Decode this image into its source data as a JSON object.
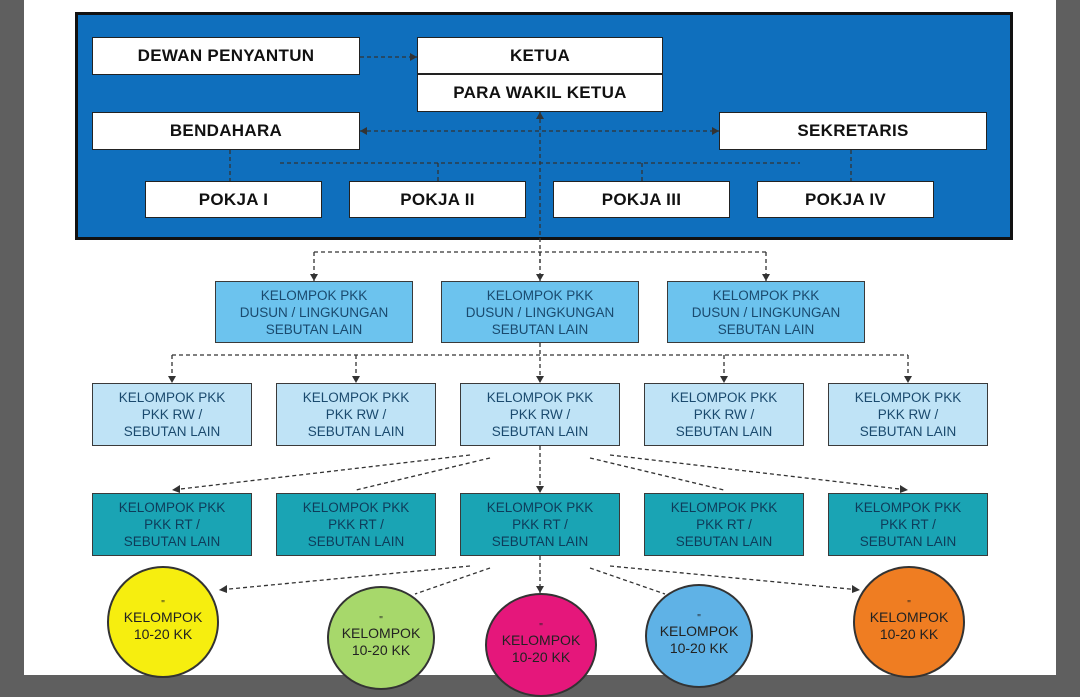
{
  "top": {
    "dewan": "DEWAN PENYANTUN",
    "ketua": "KETUA",
    "wakil": "PARA WAKIL KETUA",
    "bendahara": "BENDAHARA",
    "sekretaris": "SEKRETARIS",
    "pokja": [
      "POKJA I",
      "POKJA II",
      "POKJA III",
      "POKJA IV"
    ]
  },
  "dusun": [
    "KELOMPOK PKK\nDUSUN / LINGKUNGAN\nSEBUTAN LAIN",
    "KELOMPOK PKK\nDUSUN / LINGKUNGAN\nSEBUTAN LAIN",
    "KELOMPOK PKK\nDUSUN / LINGKUNGAN\nSEBUTAN LAIN"
  ],
  "rw": [
    "KELOMPOK PKK\nPKK RW /\nSEBUTAN LAIN",
    "KELOMPOK PKK\nPKK RW /\nSEBUTAN LAIN",
    "KELOMPOK PKK\nPKK RW /\nSEBUTAN LAIN",
    "KELOMPOK PKK\nPKK RW /\nSEBUTAN LAIN",
    "KELOMPOK PKK\nPKK RW /\nSEBUTAN LAIN"
  ],
  "rt": [
    "KELOMPOK PKK\nPKK RT /\nSEBUTAN LAIN",
    "KELOMPOK PKK\nPKK RT /\nSEBUTAN LAIN",
    "KELOMPOK PKK\nPKK RT /\nSEBUTAN LAIN",
    "KELOMPOK PKK\nPKK RT /\nSEBUTAN LAIN",
    "KELOMPOK PKK\nPKK RT /\nSEBUTAN LAIN"
  ],
  "kk": [
    {
      "mark": "\"",
      "label": "KELOMPOK",
      "sub": "10-20 KK",
      "color": "#f6ee0f"
    },
    {
      "mark": "\"",
      "label": "KELOMPOK",
      "sub": "10-20 KK",
      "color": "#a7d86b"
    },
    {
      "mark": "\"",
      "label": "KELOMPOK",
      "sub": "10-20 KK",
      "color": "#e5177b"
    },
    {
      "mark": "\"",
      "label": "KELOMPOK",
      "sub": "10-20 KK",
      "color": "#5fb2e6"
    },
    {
      "mark": "\"",
      "label": "KELOMPOK",
      "sub": "10-20 KK",
      "color": "#ef7d22"
    }
  ]
}
